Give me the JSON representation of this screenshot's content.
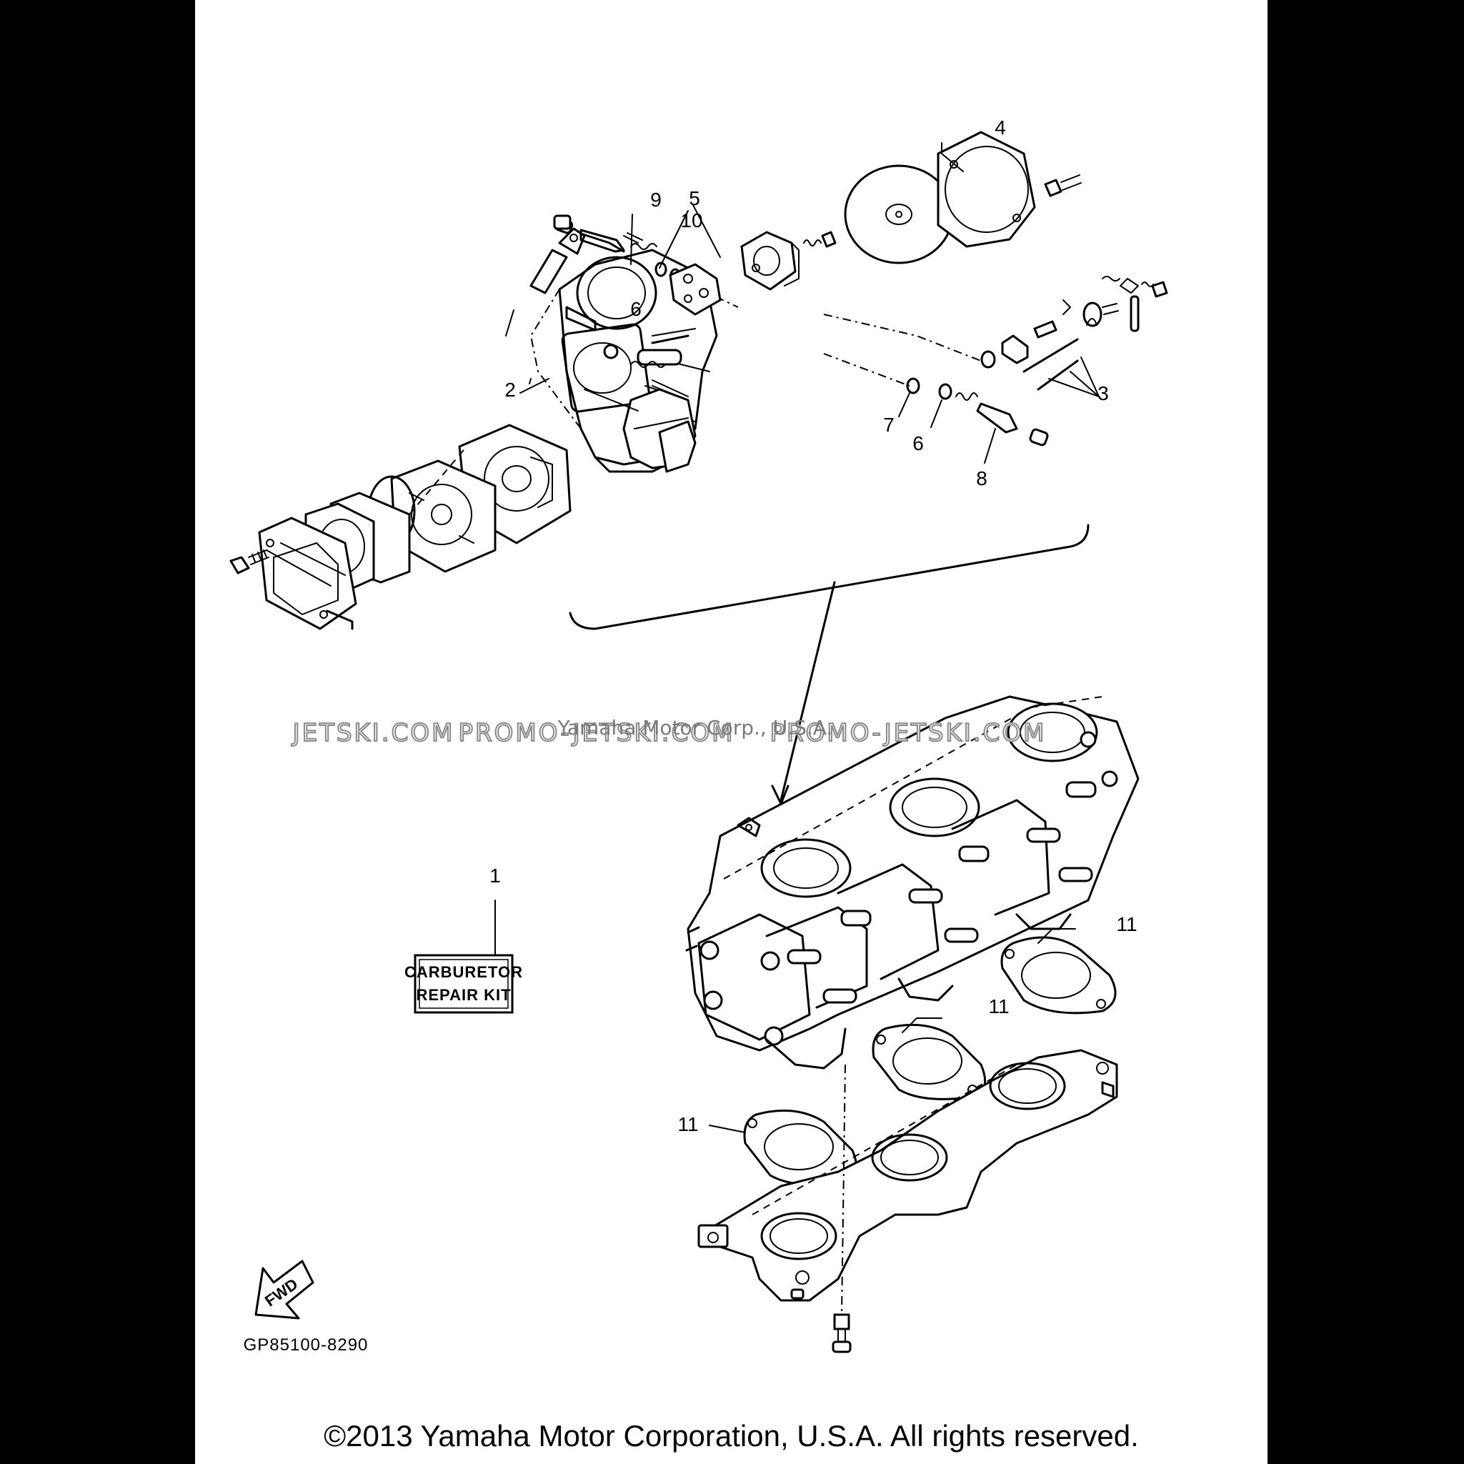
{
  "diagram": {
    "callouts": {
      "c1": "1",
      "c2": "2",
      "c3": "3",
      "c4": "4",
      "c5": "5",
      "c6a": "6",
      "c6b": "6",
      "c7": "7",
      "c8": "8",
      "c9": "9",
      "c10": "10",
      "c11a": "11",
      "c11b": "11",
      "c11c": "11"
    },
    "repair_kit": {
      "line1": "CARBURETOR",
      "line2": "REPAIR KIT"
    },
    "fwd_label": "FWD",
    "drawing_code": "GP85100-8290"
  },
  "watermark": {
    "left": "JETSKI.COM",
    "middle": "PROMO-JETSKI.COM",
    "right": "PROMO-JETSKI.COM",
    "overlay": "Yamaha Motor Corp., U.S.A."
  },
  "footer": {
    "copyright": "©2013 Yamaha Motor Corporation, U.S.A. All rights reserved."
  },
  "colors": {
    "background": "#000000",
    "sheet": "#ffffff",
    "ink": "#000000"
  }
}
